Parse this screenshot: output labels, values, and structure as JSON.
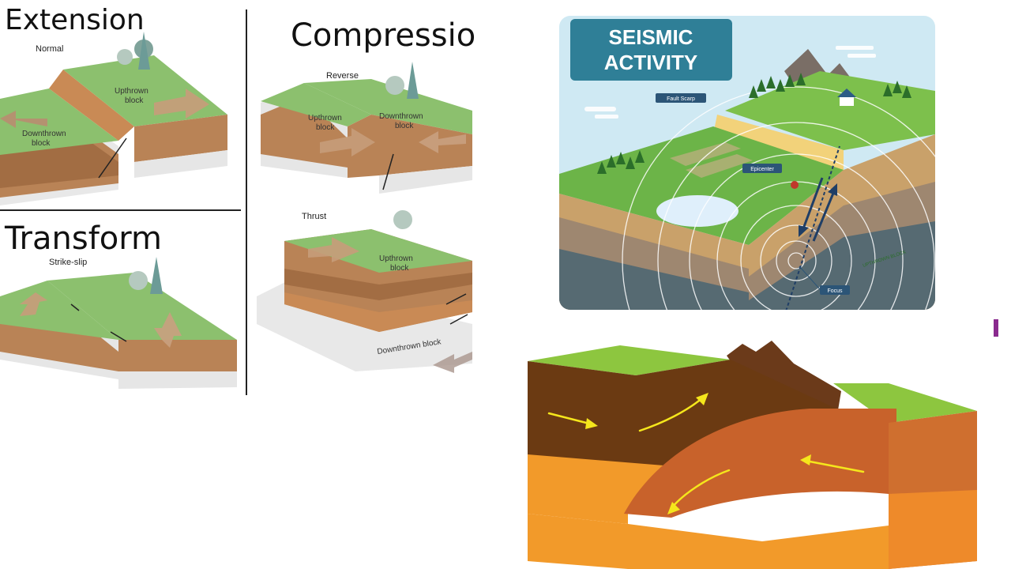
{
  "faults": {
    "extension": {
      "title": "Extension",
      "sub": "Normal",
      "upthrown": [
        "Upthrown",
        "block"
      ],
      "downthrown": [
        "Downthrown",
        "block"
      ]
    },
    "compression": {
      "title": "Compression",
      "sub": "Reverse",
      "upthrown": [
        "Upthrown",
        "block"
      ],
      "downthrown": [
        "Downthrown",
        "block"
      ]
    },
    "transform": {
      "title": "Transform",
      "sub": "Strike-slip"
    },
    "thrust": {
      "sub": "Thrust",
      "upthrown": [
        "Upthrown",
        "block"
      ],
      "downthrown": "Downthrown block"
    }
  },
  "seismic": {
    "title_line1": "SEISMIC",
    "title_line2": "ACTIVITY",
    "fault_scarp": "Fault Scarp",
    "epicenter": "Epicenter",
    "focus": "Focus",
    "block": "UPTHROWN BLOCK"
  },
  "colors": {
    "grass": "#8cc06e",
    "brown": "#c98a55",
    "seismic_bg": "#cfe9f3",
    "title_bg": "#2f7f97",
    "arrow_yellow": "#f5e61c"
  }
}
